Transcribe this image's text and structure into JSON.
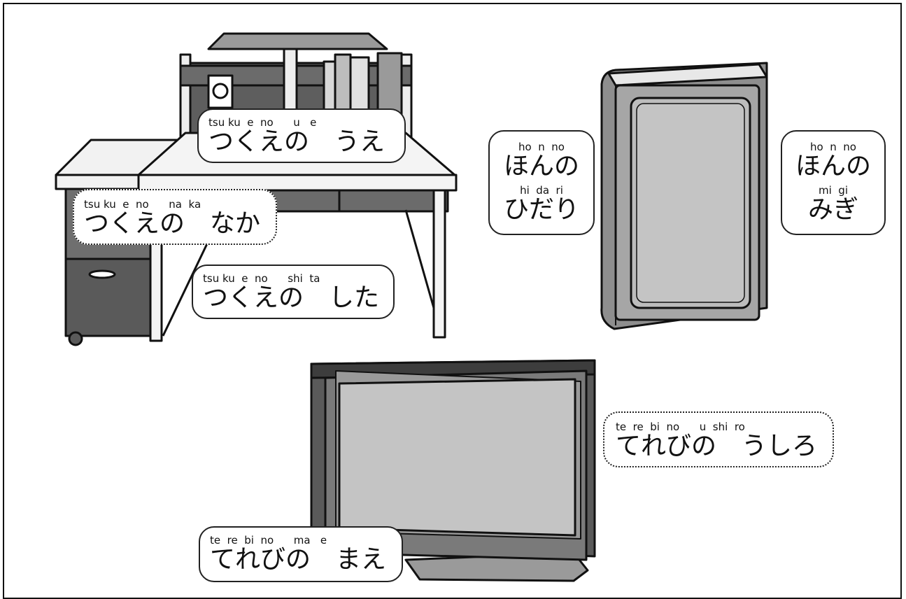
{
  "labels": {
    "desk_top": {
      "romaji": "tsu ku  e  no      u   e",
      "kana": "つくえの　うえ"
    },
    "desk_inside": {
      "romaji": "tsu ku  e  no      na  ka",
      "kana": "つくえの　なか"
    },
    "desk_under": {
      "romaji": "tsu ku  e  no      shi  ta",
      "kana": "つくえの　した"
    },
    "book_left": {
      "romaji1": "ho  n  no",
      "kana1": "ほんの",
      "romaji2": "hi  da  ri",
      "kana2": "ひだり"
    },
    "book_right": {
      "romaji1": "ho  n  no",
      "kana1": "ほんの",
      "romaji2": "mi  gi",
      "kana2": "みぎ"
    },
    "tv_behind": {
      "romaji": "te  re  bi  no      u  shi  ro",
      "kana": "てれびの　うしろ"
    },
    "tv_front": {
      "romaji": "te  re  bi  no      ma   e",
      "kana": "てれびの　まえ"
    }
  },
  "colors": {
    "outline": "#111111",
    "dark_gray": "#6b6b6b",
    "mid_gray": "#9a9a9a",
    "light_gray": "#c8c8c8",
    "desk_top": "#f4f4f4"
  }
}
